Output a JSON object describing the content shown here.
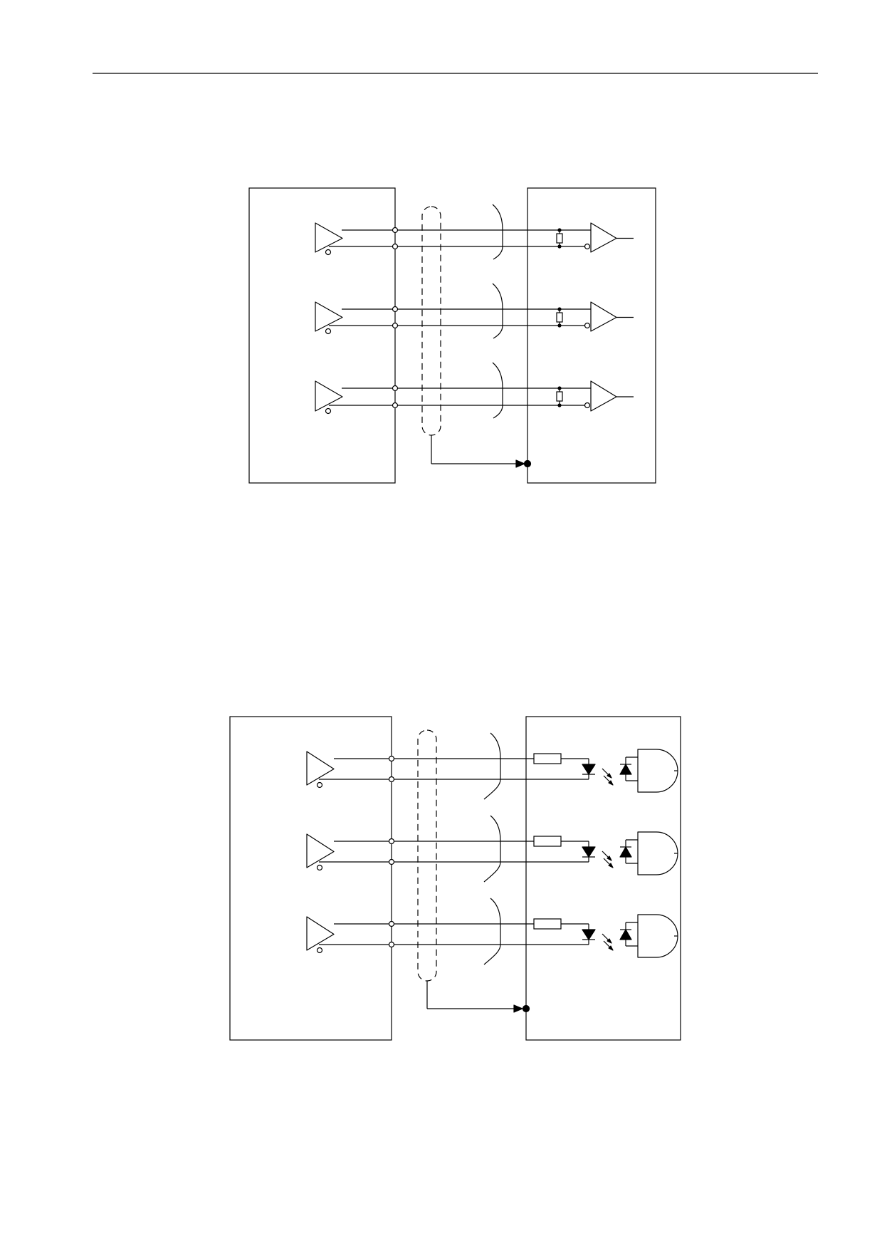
{
  "page": {
    "background": "#ffffff",
    "ink_color": "#000000"
  },
  "diagrams": [
    {
      "name": "differential-receiver-diagram",
      "receiver_type": "line-receiver",
      "channels": 3,
      "shield": "dashed-shield-grounded-to-receiver"
    },
    {
      "name": "optocoupler-receiver-diagram",
      "receiver_type": "optocoupler",
      "channels": 3,
      "shield": "dashed-shield-grounded-to-receiver"
    }
  ]
}
